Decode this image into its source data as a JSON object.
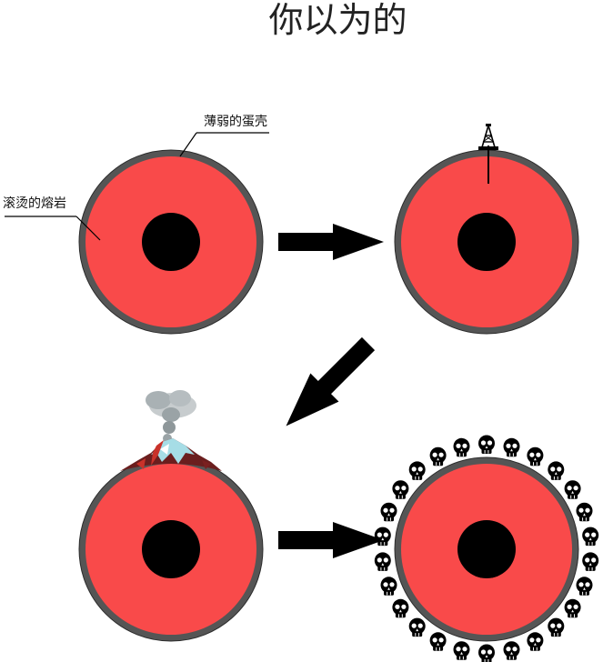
{
  "title": "你以为的",
  "labels": {
    "shell": "薄弱的蛋壳",
    "lava": "滚烫的熔岩"
  },
  "colors": {
    "mantle": "#f94a4a",
    "shell": "#555555",
    "core": "#000000",
    "arrow": "#000000",
    "magma": "#c9322a",
    "ice": "#a6dde6",
    "smoke": "#9aa3a6"
  },
  "icons": {
    "drill": "oil-derrick-icon",
    "volcano": "volcano-icon",
    "skull": "skull-icon"
  }
}
